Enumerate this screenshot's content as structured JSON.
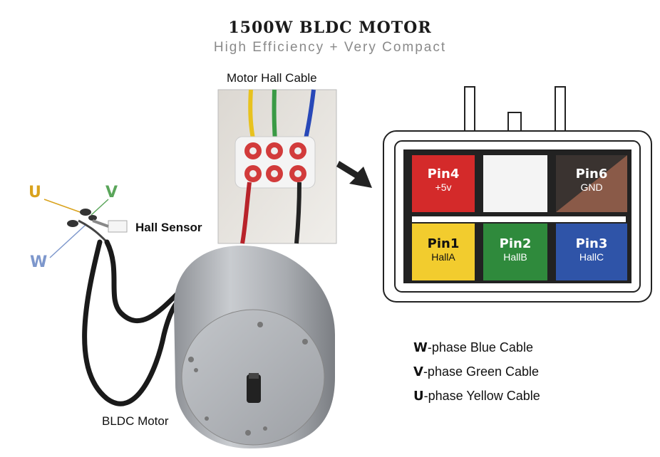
{
  "title": "1500W BLDC MOTOR",
  "subtitle": "High Efficiency + Very Compact",
  "labels": {
    "motor_hall_cable": "Motor Hall Cable",
    "hall_sensor": "Hall Sensor",
    "bldc_motor": "BLDC Motor"
  },
  "phases": {
    "u": "U",
    "v": "V",
    "w": "W"
  },
  "pins": [
    {
      "name": "Pin4",
      "desc": "+5v",
      "color": "#d42a2a"
    },
    {
      "name": "Pin6",
      "desc": "GND",
      "color": "#3a3330"
    },
    {
      "name": "Pin1",
      "desc": "HallA",
      "color": "#f2cc2e"
    },
    {
      "name": "Pin2",
      "desc": "HallB",
      "color": "#2f8a3c"
    },
    {
      "name": "Pin3",
      "desc": "HallC",
      "color": "#2f54a8"
    }
  ],
  "legend": [
    {
      "letter": "W",
      "text": "-phase Blue Cable"
    },
    {
      "letter": "V",
      "text": "-phase Green Cable"
    },
    {
      "letter": "U",
      "text": "-phase Yellow Cable"
    }
  ],
  "colors": {
    "u": "#d9a21c",
    "v": "#5aa55a",
    "w": "#7d97cc",
    "gnd_brown": "#8a5a48"
  }
}
